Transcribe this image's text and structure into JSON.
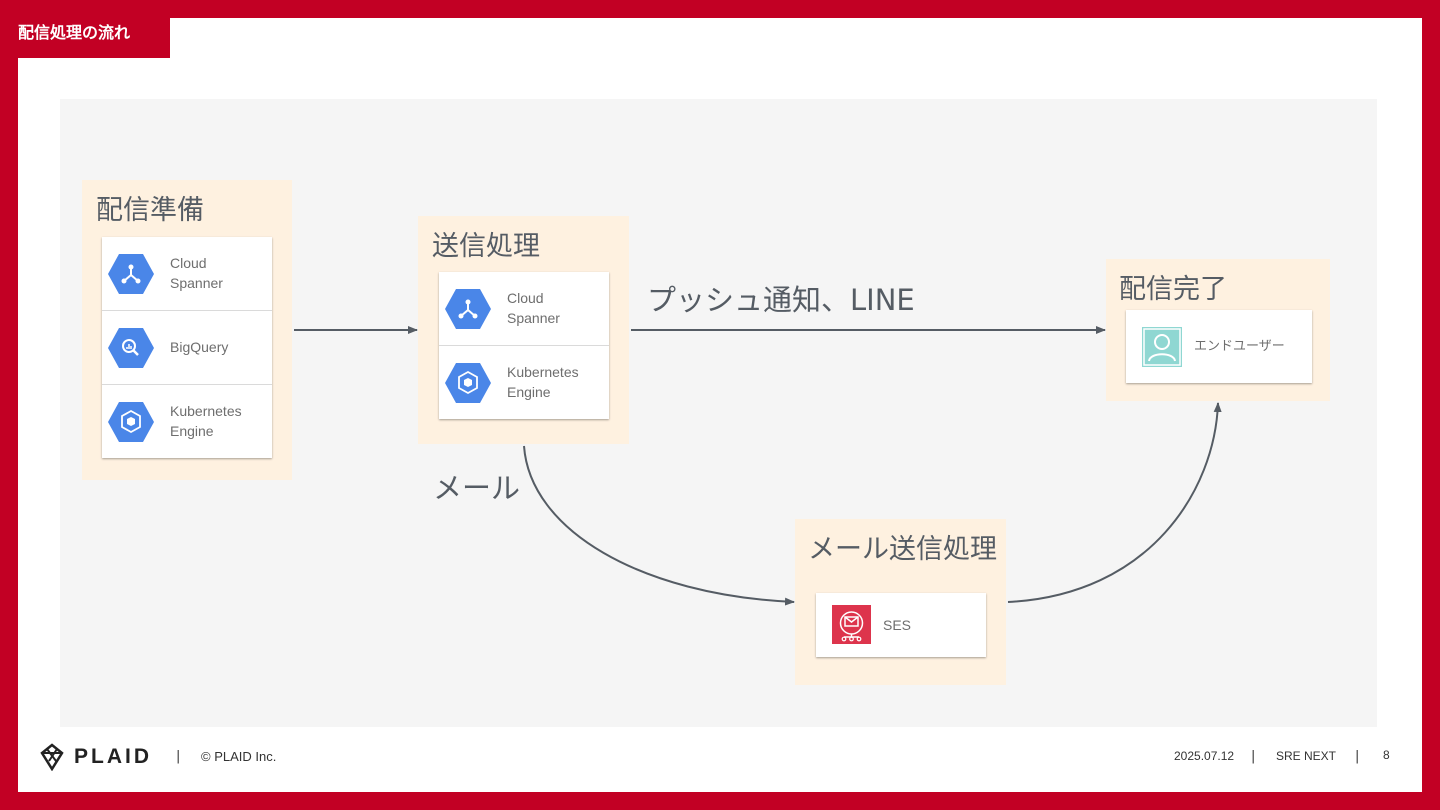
{
  "slide_title": "配信処理の流れ",
  "groups": {
    "prepare": {
      "title": "配信準備",
      "services": [
        {
          "label": "Cloud\nSpanner",
          "icon": "cloud-spanner-icon"
        },
        {
          "label": "BigQuery",
          "icon": "bigquery-icon"
        },
        {
          "label": "Kubernetes\nEngine",
          "icon": "kubernetes-engine-icon"
        }
      ]
    },
    "send": {
      "title": "送信処理",
      "services": [
        {
          "label": "Cloud\nSpanner",
          "icon": "cloud-spanner-icon"
        },
        {
          "label": "Kubernetes\nEngine",
          "icon": "kubernetes-engine-icon"
        }
      ]
    },
    "done": {
      "title": "配信完了",
      "services": [
        {
          "label": "エンドユーザー",
          "icon": "end-user-icon"
        }
      ]
    },
    "mail": {
      "title": "メール送信処理",
      "services": [
        {
          "label": "SES",
          "icon": "ses-icon"
        }
      ]
    }
  },
  "edges": {
    "push_label": "プッシュ通知、LINE",
    "mail_label": "メール"
  },
  "footer": {
    "brand": "PLAID",
    "copyright": "© PLAID Inc.",
    "date": "2025.07.12",
    "event": "SRE NEXT",
    "page": "8",
    "separator": "|"
  },
  "colors": {
    "brand_red": "#c20024",
    "group_bg": "#fef1e0",
    "gcp_blue": "#4a86e8",
    "ses_red": "#dd344c",
    "user_teal": "#8fd7d2",
    "arrow": "#555c64"
  }
}
